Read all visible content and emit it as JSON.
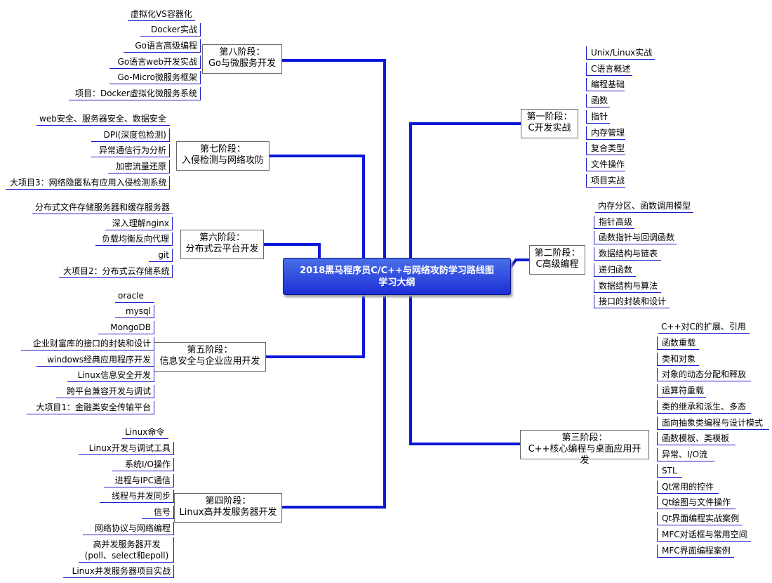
{
  "center": {
    "line1": "2018黑马程序员C/C++与网络攻防学习路线图",
    "line2": "学习大纲"
  },
  "colors": {
    "branch": "#0b18d6",
    "leaf_line": "#1a1acc",
    "center_top": "#4a6fe8",
    "center_bottom": "#1c2fd6"
  },
  "phases": {
    "p1": {
      "title": "第一阶段：",
      "subtitle": "C开发实战",
      "items": [
        "Unix/Linux实战",
        "C语言概述",
        "编程基础",
        "函数",
        "指针",
        "内存管理",
        "复合类型",
        "文件操作",
        "项目实战"
      ]
    },
    "p2": {
      "title": "第二阶段：",
      "subtitle": "C高级编程",
      "items": [
        "内存分区、函数调用模型",
        "指针高级",
        "函数指针与回调函数",
        "数据结构与链表",
        "递归函数",
        "数据结构与算法",
        "接口的封装和设计"
      ]
    },
    "p3": {
      "title": "第三阶段：",
      "subtitle": "C++核心编程与桌面应用开发",
      "items": [
        "C++对C的扩展、引用",
        "函数重载",
        "类和对象",
        "对象的动态分配和释放",
        "运算符重载",
        "类的继承和派生、多态",
        "面向抽象类编程与设计模式",
        "函数模板、类模板",
        "异常、I/O流",
        "STL",
        "Qt常用的控件",
        "Qt绘图与文件操作",
        "Qt界面编程实战案例",
        "MFC对话框与常用空间",
        "MFC界面编程案例"
      ]
    },
    "p4": {
      "title": "第四阶段：",
      "subtitle": "Linux高并发服务器开发",
      "items": [
        "Linux命令",
        "Linux开发与调试工具",
        "系统I/O操作",
        "进程与IPC通信",
        "线程与并发同步",
        "信号",
        "网络协议与网络编程",
        "高并发服务器开发\n(poll、select和epoll)",
        "Linux并发服务器项目实战"
      ]
    },
    "p5": {
      "title": "第五阶段：",
      "subtitle": "信息安全与企业应用开发",
      "items": [
        "oracle",
        "mysql",
        "MongoDB",
        "企业财富库的接口的封装和设计",
        "windows经典应用程序开发",
        "Linux信息安全开发",
        "跨平台兼容开发与调试",
        "大项目1：金融类安全传输平台"
      ]
    },
    "p6": {
      "title": "第六阶段：",
      "subtitle": "分布式云平台开发",
      "items": [
        "分布式文件存储服务器和缓存服务器",
        "深入理解nginx",
        "负载均衡反向代理",
        "git",
        "大项目2：分布式云存储系统"
      ]
    },
    "p7": {
      "title": "第七阶段：",
      "subtitle": "入侵检测与网络攻防",
      "items": [
        "web安全、服务器安全、数据安全",
        "DPI(深度包检测)",
        "异常通信行为分析",
        "加密流量还原",
        "大项目3：网络隐匿私有应用入侵检测系统"
      ]
    },
    "p8": {
      "title": "第八阶段：",
      "subtitle": "Go与微服务开发",
      "items": [
        "虚拟化VS容器化",
        "Docker实战",
        "Go语言高级编程",
        "Go语言web开发实战",
        "Go-Micro微服务框架",
        "项目：Docker虚拟化微服务系统"
      ]
    }
  }
}
